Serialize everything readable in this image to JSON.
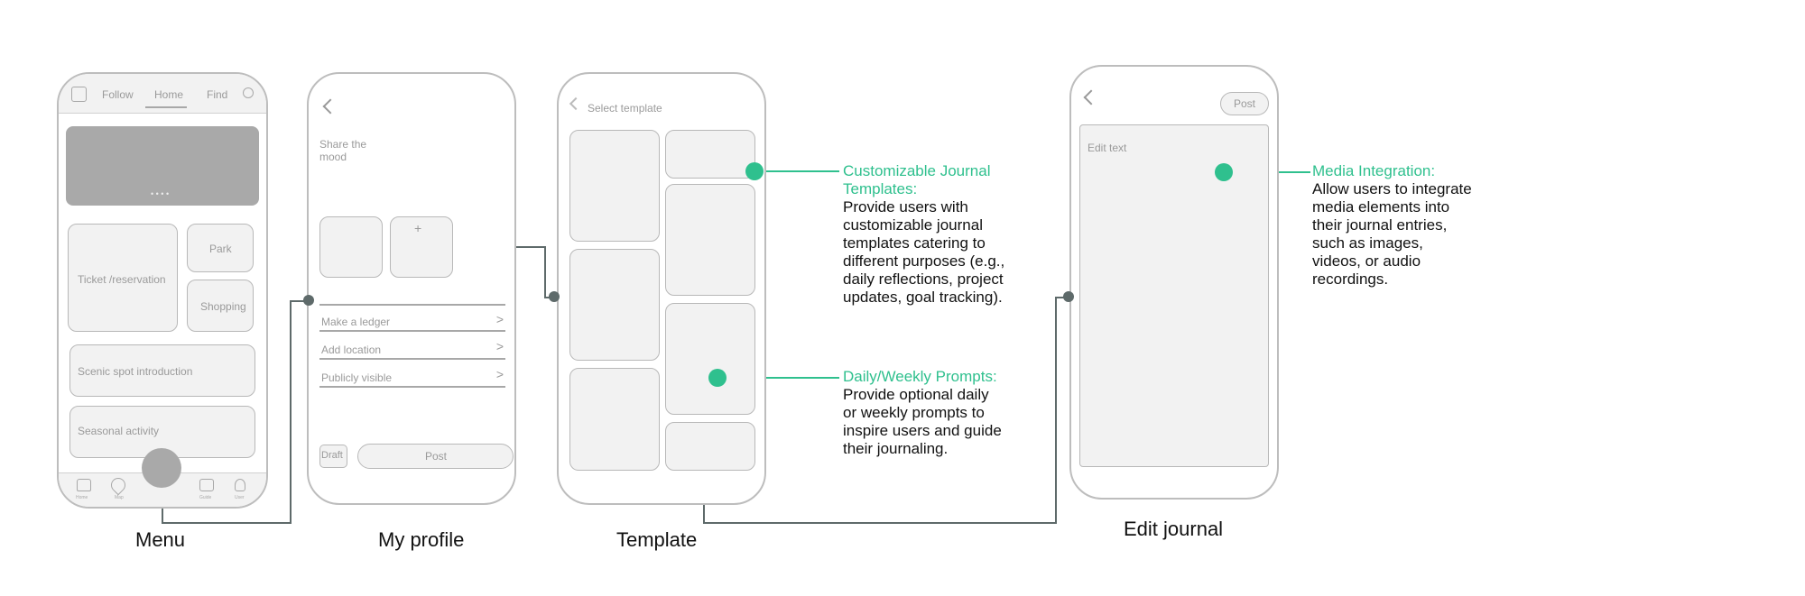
{
  "menu": {
    "nav_follow": "Follow",
    "nav_home": "Home",
    "nav_find": "Find",
    "carousel_dots": "• • • •",
    "card_ticket": "Ticket /reservation",
    "card_park": "Park",
    "card_shopping": "Shopping",
    "card_scenic": "Scenic spot introduction",
    "card_seasonal": "Seasonal activity",
    "tab_home": "Home",
    "tab_map": "Map",
    "tab_guide": "Guide",
    "tab_user": "User",
    "caption": "Menu"
  },
  "profile": {
    "share_mood": "Share the mood",
    "add_symbol": "+",
    "row_ledger": "Make a ledger",
    "row_location": "Add location",
    "row_visible": "Publicly visible",
    "chevron": ">",
    "draft": "Draft",
    "post": "Post",
    "caption": "My profile"
  },
  "template": {
    "header": "Select template",
    "caption": "Template"
  },
  "edit": {
    "post": "Post",
    "edit_text": "Edit text",
    "caption": "Edit journal"
  },
  "annotations": {
    "templates_title": "Customizable Journal Templates:",
    "templates_body": "Provide users with customizable journal templates catering to different purposes (e.g., daily reflections, project updates, goal tracking).",
    "prompts_title": "Daily/Weekly Prompts:",
    "prompts_body": "Provide optional daily or weekly prompts to inspire users and guide their journaling.",
    "media_title": "Media Integration:",
    "media_body": "Allow users to integrate media elements into their journal entries, such as images, videos, or audio recordings."
  },
  "colors": {
    "accent": "#2fc08e",
    "connector": "#5e6a6a",
    "wire_fill": "#f2f2f2",
    "wire_stroke": "#b8b8b8"
  }
}
